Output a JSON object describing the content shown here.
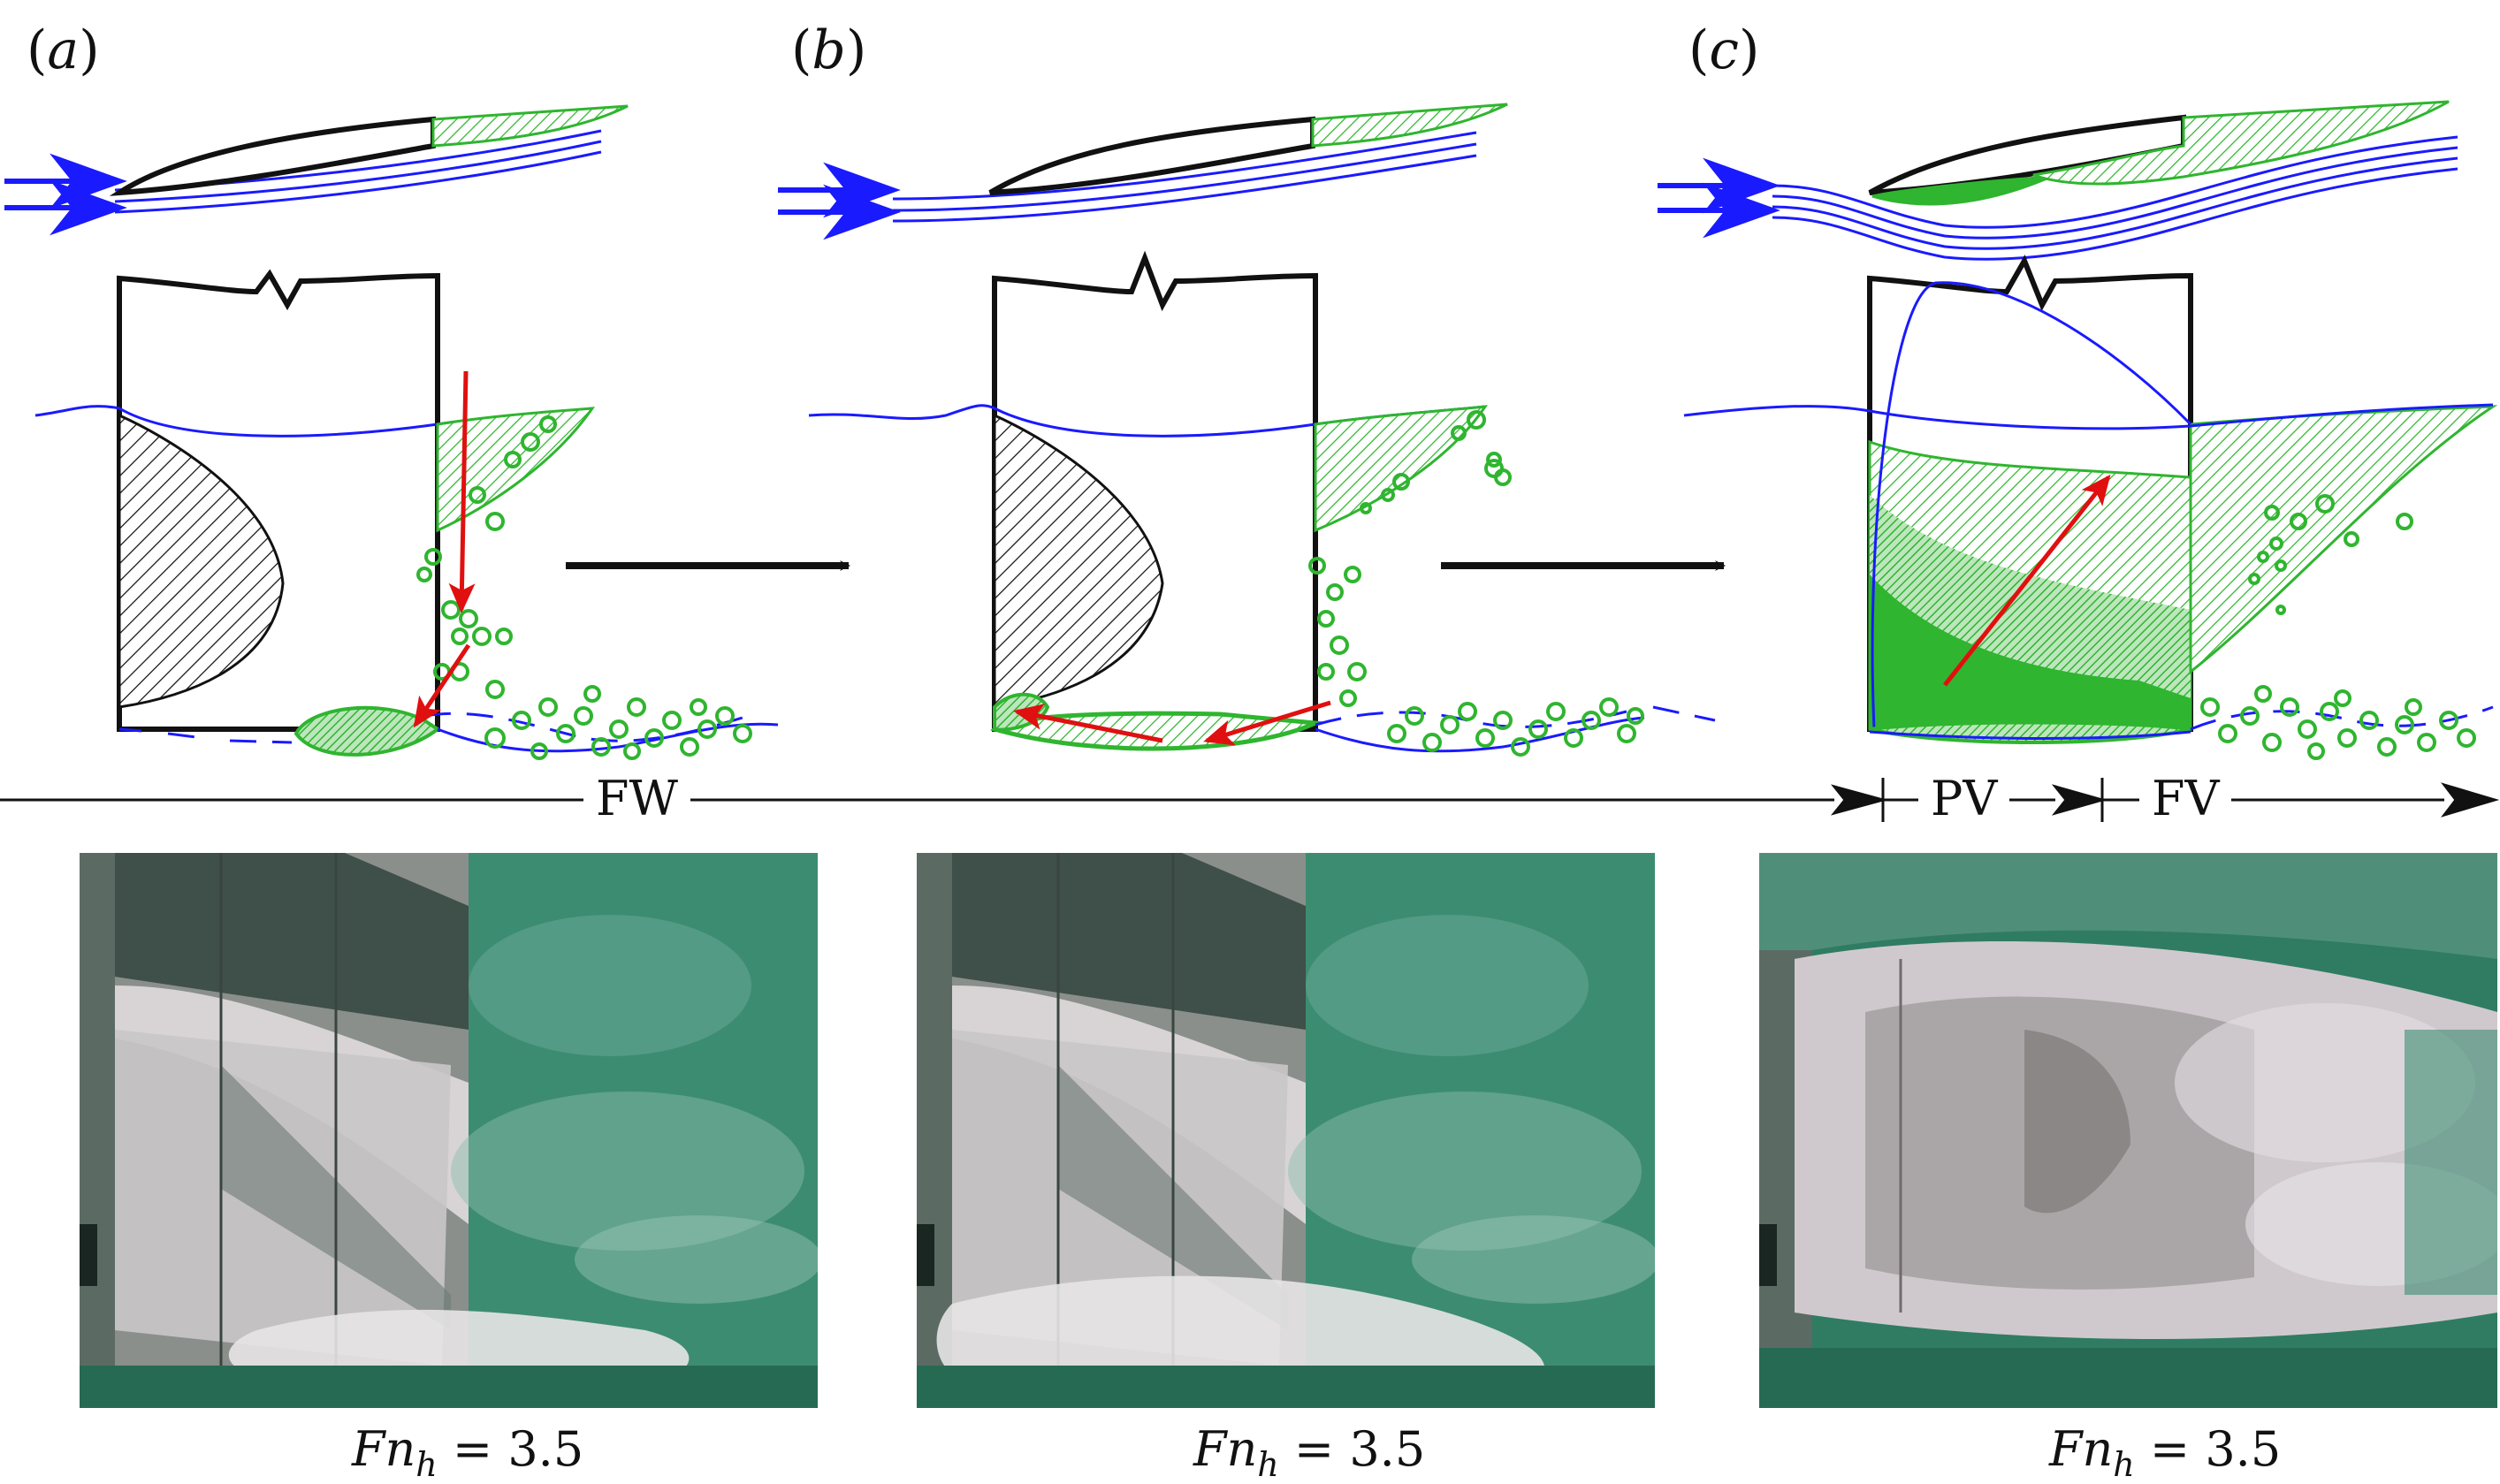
{
  "panels": [
    {
      "label": "a",
      "caption_var": "Fn",
      "caption_sub": "h",
      "caption_value": "= 3.5"
    },
    {
      "label": "b",
      "caption_var": "Fn",
      "caption_sub": "h",
      "caption_value": "= 3.5"
    },
    {
      "label": "c",
      "caption_var": "Fn",
      "caption_sub": "h",
      "caption_value": "= 3.5"
    }
  ],
  "regimes": {
    "fw": "FW",
    "pv": "PV",
    "fv": "FV"
  },
  "colors": {
    "streamline": "#1a1aff",
    "flow_arrow": "#1a1aff",
    "cavity_green": "#2fb52f",
    "velocity_arrow": "#e01010",
    "outline": "#111111",
    "photo_water": "#2e7d64",
    "photo_hull": "#d8d4d6"
  }
}
